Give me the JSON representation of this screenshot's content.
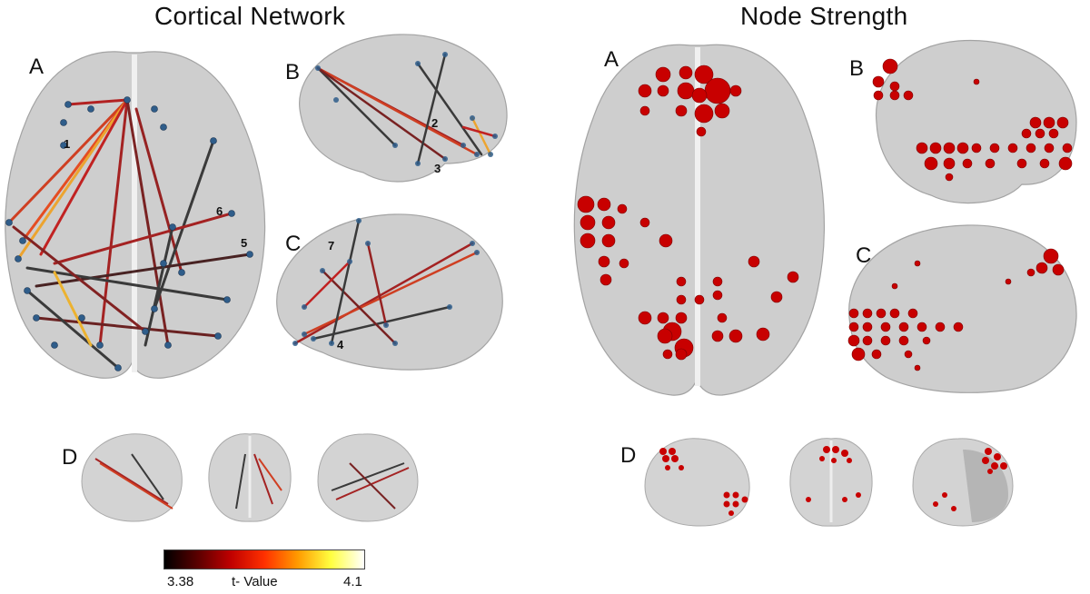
{
  "titles": {
    "left": "Cortical Network",
    "right": "Node Strength"
  },
  "panel_letters": {
    "left": {
      "a": "A",
      "b": "B",
      "c": "C",
      "d": "D"
    },
    "right": {
      "a": "A",
      "b": "B",
      "c": "C",
      "d": "D"
    }
  },
  "edge_numbers": [
    "1",
    "2",
    "3",
    "4",
    "5",
    "6",
    "7"
  ],
  "colorbar": {
    "min": "3.38",
    "label": "t- Value",
    "max": "4.1",
    "stops": [
      "#000000",
      "#5a0000",
      "#c00000",
      "#ff3000",
      "#ff9a00",
      "#ffff40",
      "#ffffff"
    ]
  },
  "colors": {
    "brain_fill": "#c9c9c9",
    "node_blue": "#2f5d8a",
    "node_red": "#c80000",
    "edge_dark": "#2a2a2a",
    "edge_red": "#a01010"
  }
}
